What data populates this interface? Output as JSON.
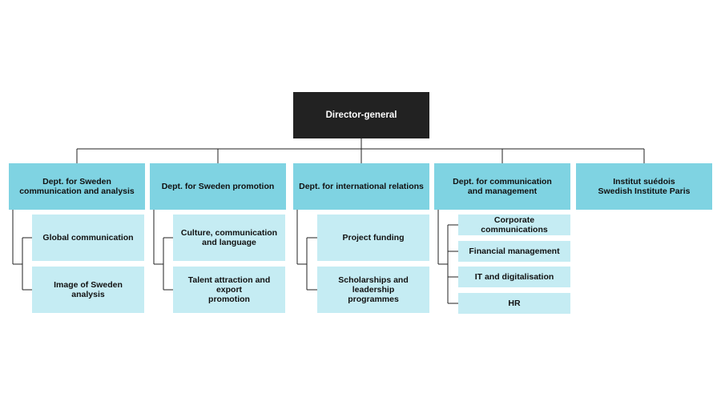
{
  "top": {
    "label": "Director-general"
  },
  "departments": [
    {
      "label": "Dept. for Sweden\ncommunication and analysis",
      "units": [
        "Global communication",
        "Image of Sweden analysis"
      ]
    },
    {
      "label": "Dept. for Sweden promotion",
      "units": [
        "Culture, communication\nand language",
        "Talent attraction and export\npromotion"
      ]
    },
    {
      "label": "Dept. for international relations",
      "units": [
        "Project funding",
        "Scholarships and leadership\nprogrammes"
      ]
    },
    {
      "label": "Dept. for communication\nand management",
      "units": [
        "Corporate communications",
        "Financial management",
        "IT and digitalisation",
        "HR"
      ]
    },
    {
      "label": "Institut suédois\nSwedish Institute Paris",
      "units": []
    }
  ],
  "colors": {
    "top_box": "#222222",
    "department_box": "#7fd3e2",
    "unit_box": "#c5ecf3",
    "connector": "#222222"
  }
}
